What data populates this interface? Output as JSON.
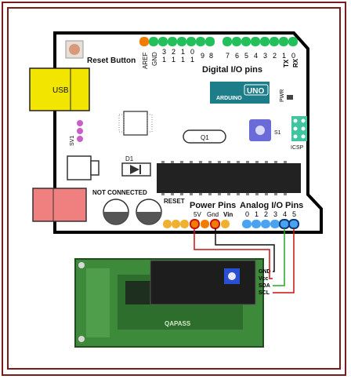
{
  "board": {
    "reset_button_label": "Reset Button",
    "digital_io_label": "Digital I/O pins",
    "digital_pin_aref": "AREF",
    "digital_pin_gnd": "GND",
    "digital_pin_nums": [
      "1",
      "1",
      "1",
      "1",
      "9",
      "8",
      "7",
      "6",
      "5",
      "4",
      "3",
      "2",
      "1",
      "0"
    ],
    "digital_pin_tops": [
      "3",
      "2",
      "1",
      "0"
    ],
    "tx_label": "TX",
    "rx_label": "RX",
    "usb_label": "USB",
    "logo_text": "ARDUINO",
    "uno_text": "UNO",
    "pwr_label": "PWR",
    "icsp_label": "ICSP",
    "s1_label": "S1",
    "q1_label": "Q1",
    "sv1_label": "SV1",
    "d1_label": "D1",
    "not_connected_label": "NOT CONNECTED",
    "reset_pin_label": "RESET",
    "power_pins_label": "Power Pins",
    "analog_pins_label": "Analog I/O Pins",
    "power_pin_names": [
      "5V",
      "Gnd",
      "Vin"
    ],
    "analog_pin_names": [
      "0",
      "1",
      "2",
      "3",
      "4",
      "5"
    ]
  },
  "lcd": {
    "pin_labels": [
      "GND",
      "Vcc",
      "SDA",
      "SCL"
    ],
    "brand_text": "QAPASS"
  },
  "colors": {
    "frame": "#7a1c1c",
    "board_outline": "#000000",
    "usb": "#f2e500",
    "power_jack": "#f08080",
    "header_green": "#21c05a",
    "header_orange": "#f07d00",
    "analog_blue": "#4aa3f0",
    "lcd_green": "#3c8a3a",
    "wire_red": "#cc1111",
    "wire_green": "#22aa22",
    "wire_black": "#111111"
  }
}
